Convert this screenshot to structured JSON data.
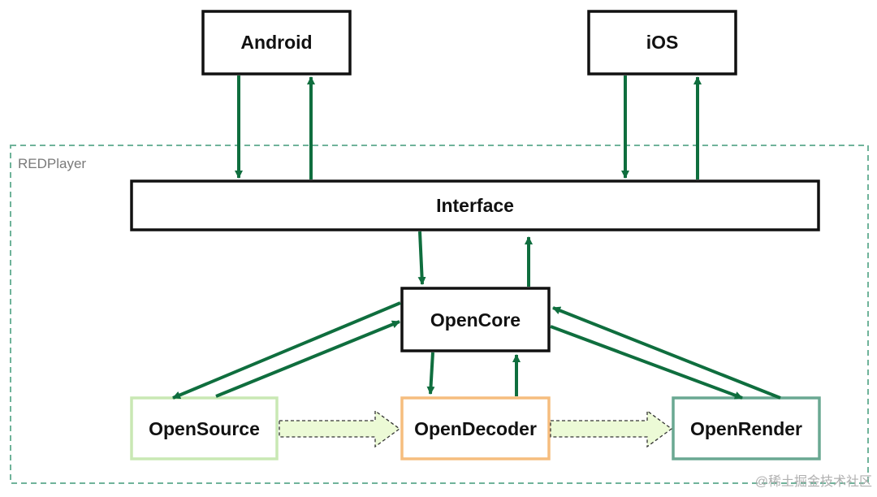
{
  "diagram": {
    "group_label": "REDPlayer",
    "nodes": {
      "android": "Android",
      "ios": "iOS",
      "interface": "Interface",
      "opencore": "OpenCore",
      "opensource": "OpenSource",
      "opendecoder": "OpenDecoder",
      "openrender": "OpenRender"
    },
    "watermark": "@稀土掘金技术社区"
  },
  "colors": {
    "arrow_green": "#0f6e3e",
    "group_border": "#6fb39a",
    "opensource_border": "#c9e8b4",
    "opendecoder_border": "#f6bd7e",
    "openrender_border": "#6aa892",
    "pipeline_fill": "#ecfad6",
    "pipeline_stroke": "#333333"
  }
}
